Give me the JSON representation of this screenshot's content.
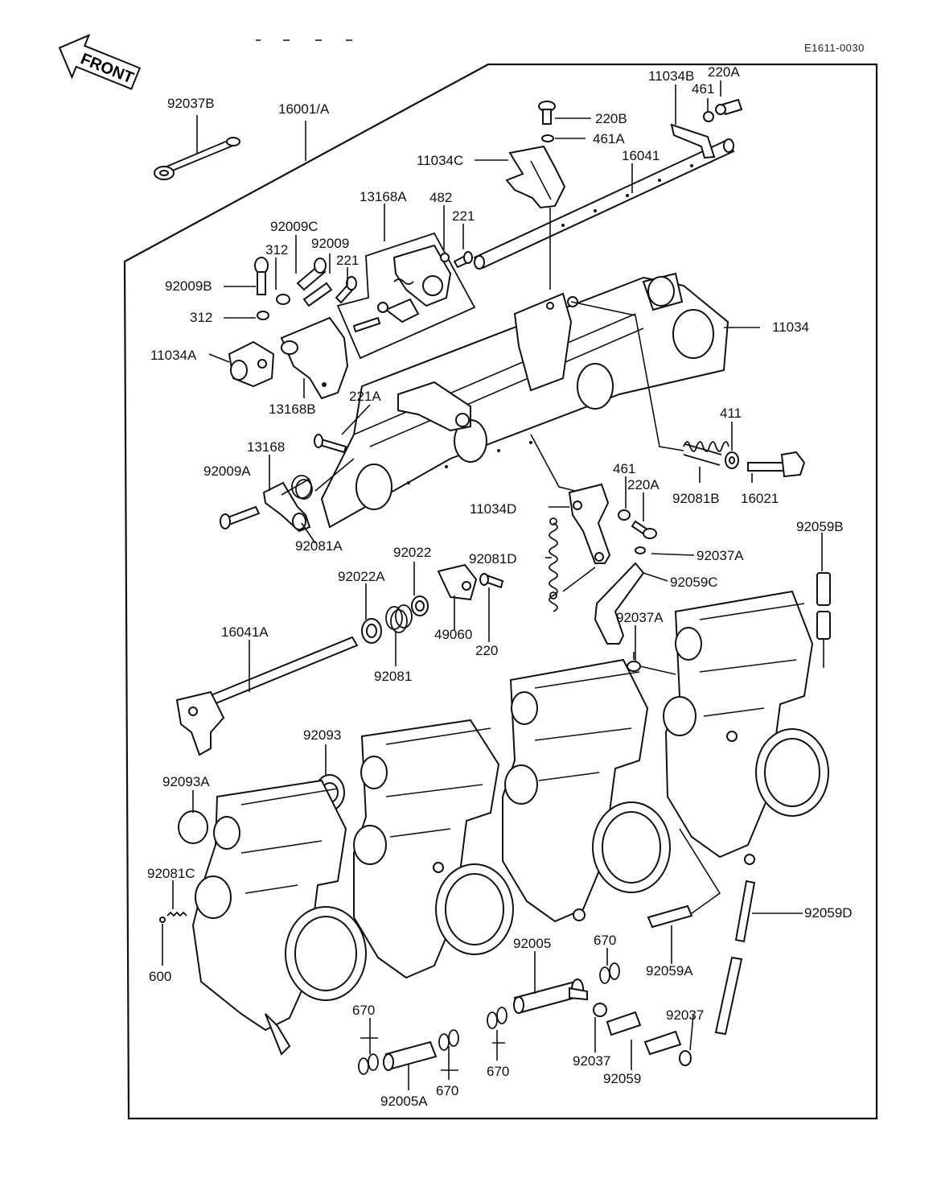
{
  "front_badge": "FRONT",
  "drawing_code": "E1611-0030",
  "labels": {
    "l92037B": "92037B",
    "l16001A": "16001/A",
    "l11034B": "11034B",
    "l220A_top": "220A",
    "l461_top": "461",
    "l220B": "220B",
    "l461A": "461A",
    "l11034C": "11034C",
    "l16041": "16041",
    "l13168A": "13168A",
    "l482": "482",
    "l221_a": "221",
    "l92009C": "92009C",
    "l312_a": "312",
    "l92009": "92009",
    "l221_b": "221",
    "l92009B": "92009B",
    "l312_b": "312",
    "l11034A": "11034A",
    "l11034": "11034",
    "l13168B": "13168B",
    "l221A": "221A",
    "l411": "411",
    "l13168": "13168",
    "l92009A": "92009A",
    "l461_mid": "461",
    "l220A_mid": "220A",
    "l92081B": "92081B",
    "l16021": "16021",
    "l11034D": "11034D",
    "l92081A": "92081A",
    "l92059B": "92059B",
    "l92022": "92022",
    "l92022A": "92022A",
    "l92081D": "92081D",
    "l92037A_a": "92037A",
    "l92059C": "92059C",
    "l49060": "49060",
    "l220": "220",
    "l92037A_b": "92037A",
    "l16041A": "16041A",
    "l92081": "92081",
    "l92093": "92093",
    "l92093A": "92093A",
    "l92081C": "92081C",
    "l600": "600",
    "l92059D": "92059D",
    "l92005": "92005",
    "l670_a": "670",
    "l92059A": "92059A",
    "l670_b": "670",
    "l92037_a": "92037",
    "l670_c": "670",
    "l92037_b": "92037",
    "l92059": "92059",
    "l670_d": "670",
    "l92005A": "92005A"
  }
}
